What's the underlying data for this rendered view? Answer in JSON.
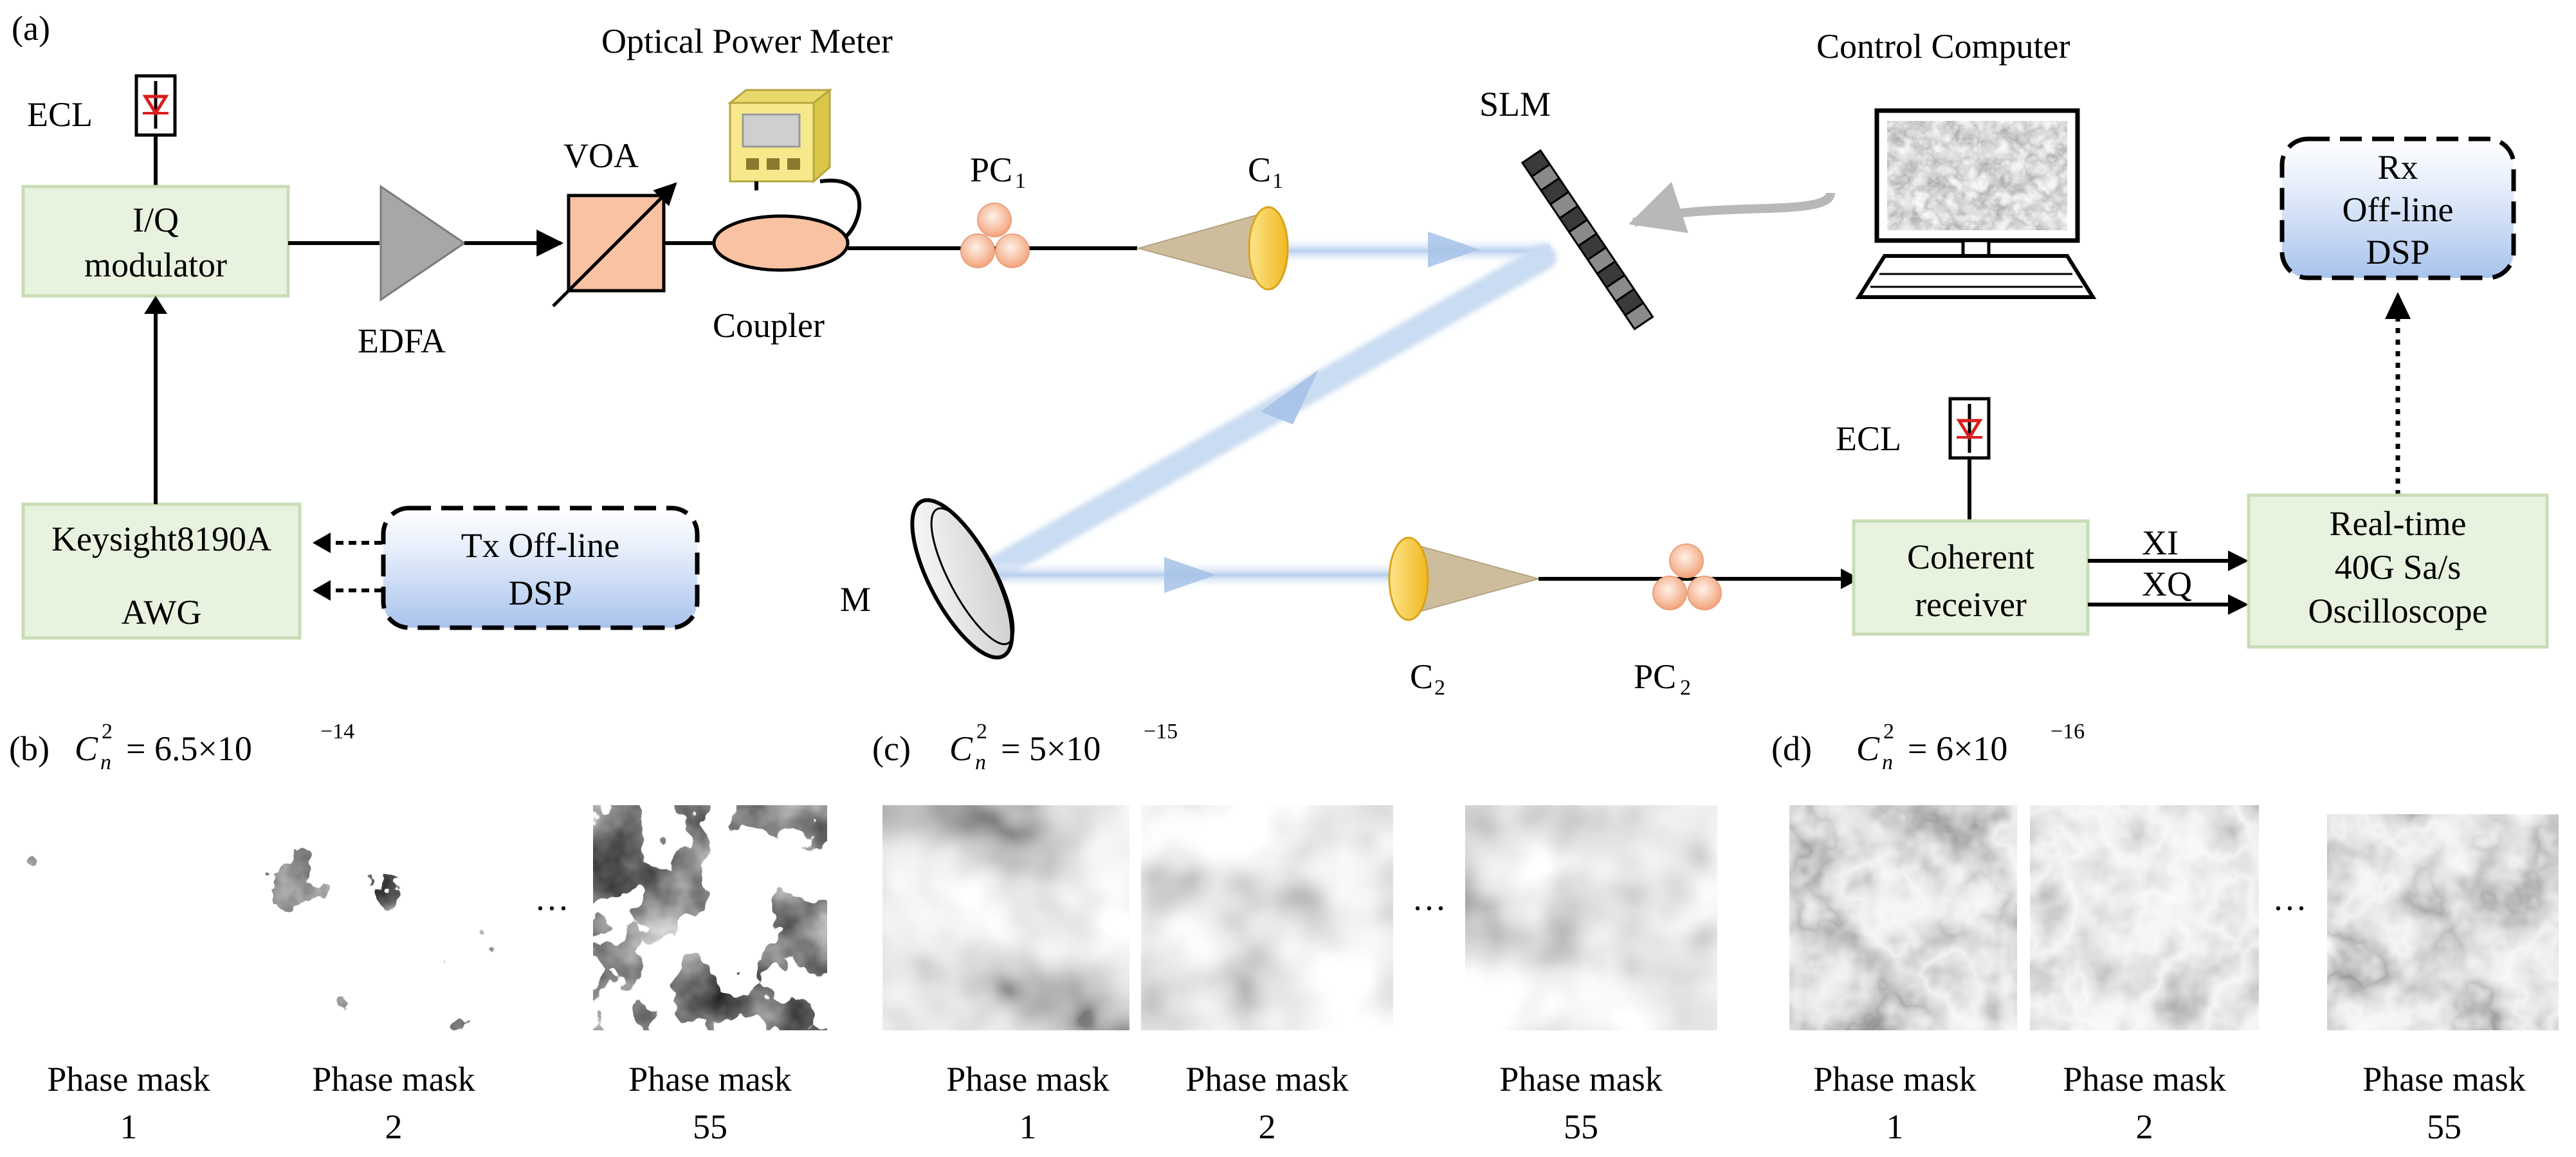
{
  "panel_letters": {
    "a": "(a)",
    "b": "(b)",
    "c": "(c)",
    "d": "(d)"
  },
  "components": {
    "ecl": "ECL",
    "iq_line1": "I/Q",
    "iq_line2": "modulator",
    "edfa": "EDFA",
    "voa": "VOA",
    "optical_power_meter": "Optical Power Meter",
    "coupler": "Coupler",
    "pc1_main": "PC",
    "pc1_sub": "1",
    "c1_main": "C",
    "c1_sub": "1",
    "slm": "SLM",
    "control_computer": "Control Computer",
    "rx_line1": "Rx",
    "rx_line2": "Off-line",
    "rx_line3": "DSP",
    "awg_line1": "Keysight8190A",
    "awg_line2": "AWG",
    "tx_line1": "Tx Off-line",
    "tx_line2": "DSP",
    "mirror": "M",
    "c2_main": "C",
    "c2_sub": "2",
    "pc2_main": "PC",
    "pc2_sub": "2",
    "ecl2": "ECL",
    "coh_line1": "Coherent",
    "coh_line2": "receiver",
    "xi": "XI",
    "xq": "XQ",
    "scope_line1": "Real-time",
    "scope_line2": "40G Sa/s",
    "scope_line3": "Oscilloscope"
  },
  "turbulence_panels": [
    {
      "letter": "(b)",
      "var": "C",
      "var_sub": "n",
      "var_sup": "2",
      "eq": "= 6.5×10",
      "exp": "−14",
      "masks": [
        {
          "label": "Phase mask",
          "num": "1"
        },
        {
          "label": "Phase mask",
          "num": "2"
        },
        {
          "label": "Phase mask",
          "num": "55"
        }
      ]
    },
    {
      "letter": "(c)",
      "var": "C",
      "var_sub": "n",
      "var_sup": "2",
      "eq": "= 5×10",
      "exp": "−15",
      "masks": [
        {
          "label": "Phase mask",
          "num": "1"
        },
        {
          "label": "Phase mask",
          "num": "2"
        },
        {
          "label": "Phase mask",
          "num": "55"
        }
      ]
    },
    {
      "letter": "(d)",
      "var": "C",
      "var_sub": "n",
      "var_sup": "2",
      "eq": "= 6×10",
      "exp": "−16",
      "masks": [
        {
          "label": "Phase mask",
          "num": "1"
        },
        {
          "label": "Phase mask",
          "num": "2"
        },
        {
          "label": "Phase mask",
          "num": "55"
        }
      ]
    }
  ],
  "ellipsis": "···",
  "colors": {
    "box_fill": "#e8f3df",
    "dsp_fill_top": "#ffffff",
    "dsp_fill_bottom": "#a9c3ec",
    "beam": "#bcd4ee",
    "lens_yellow": "#f5c93a",
    "collimator_tan": "#cdbd9c",
    "pc_peach": "#f6b48e",
    "voa_fill": "#f8c2a3",
    "amp_gray": "#a7a7a7",
    "laser_red": "#d81e1e"
  }
}
